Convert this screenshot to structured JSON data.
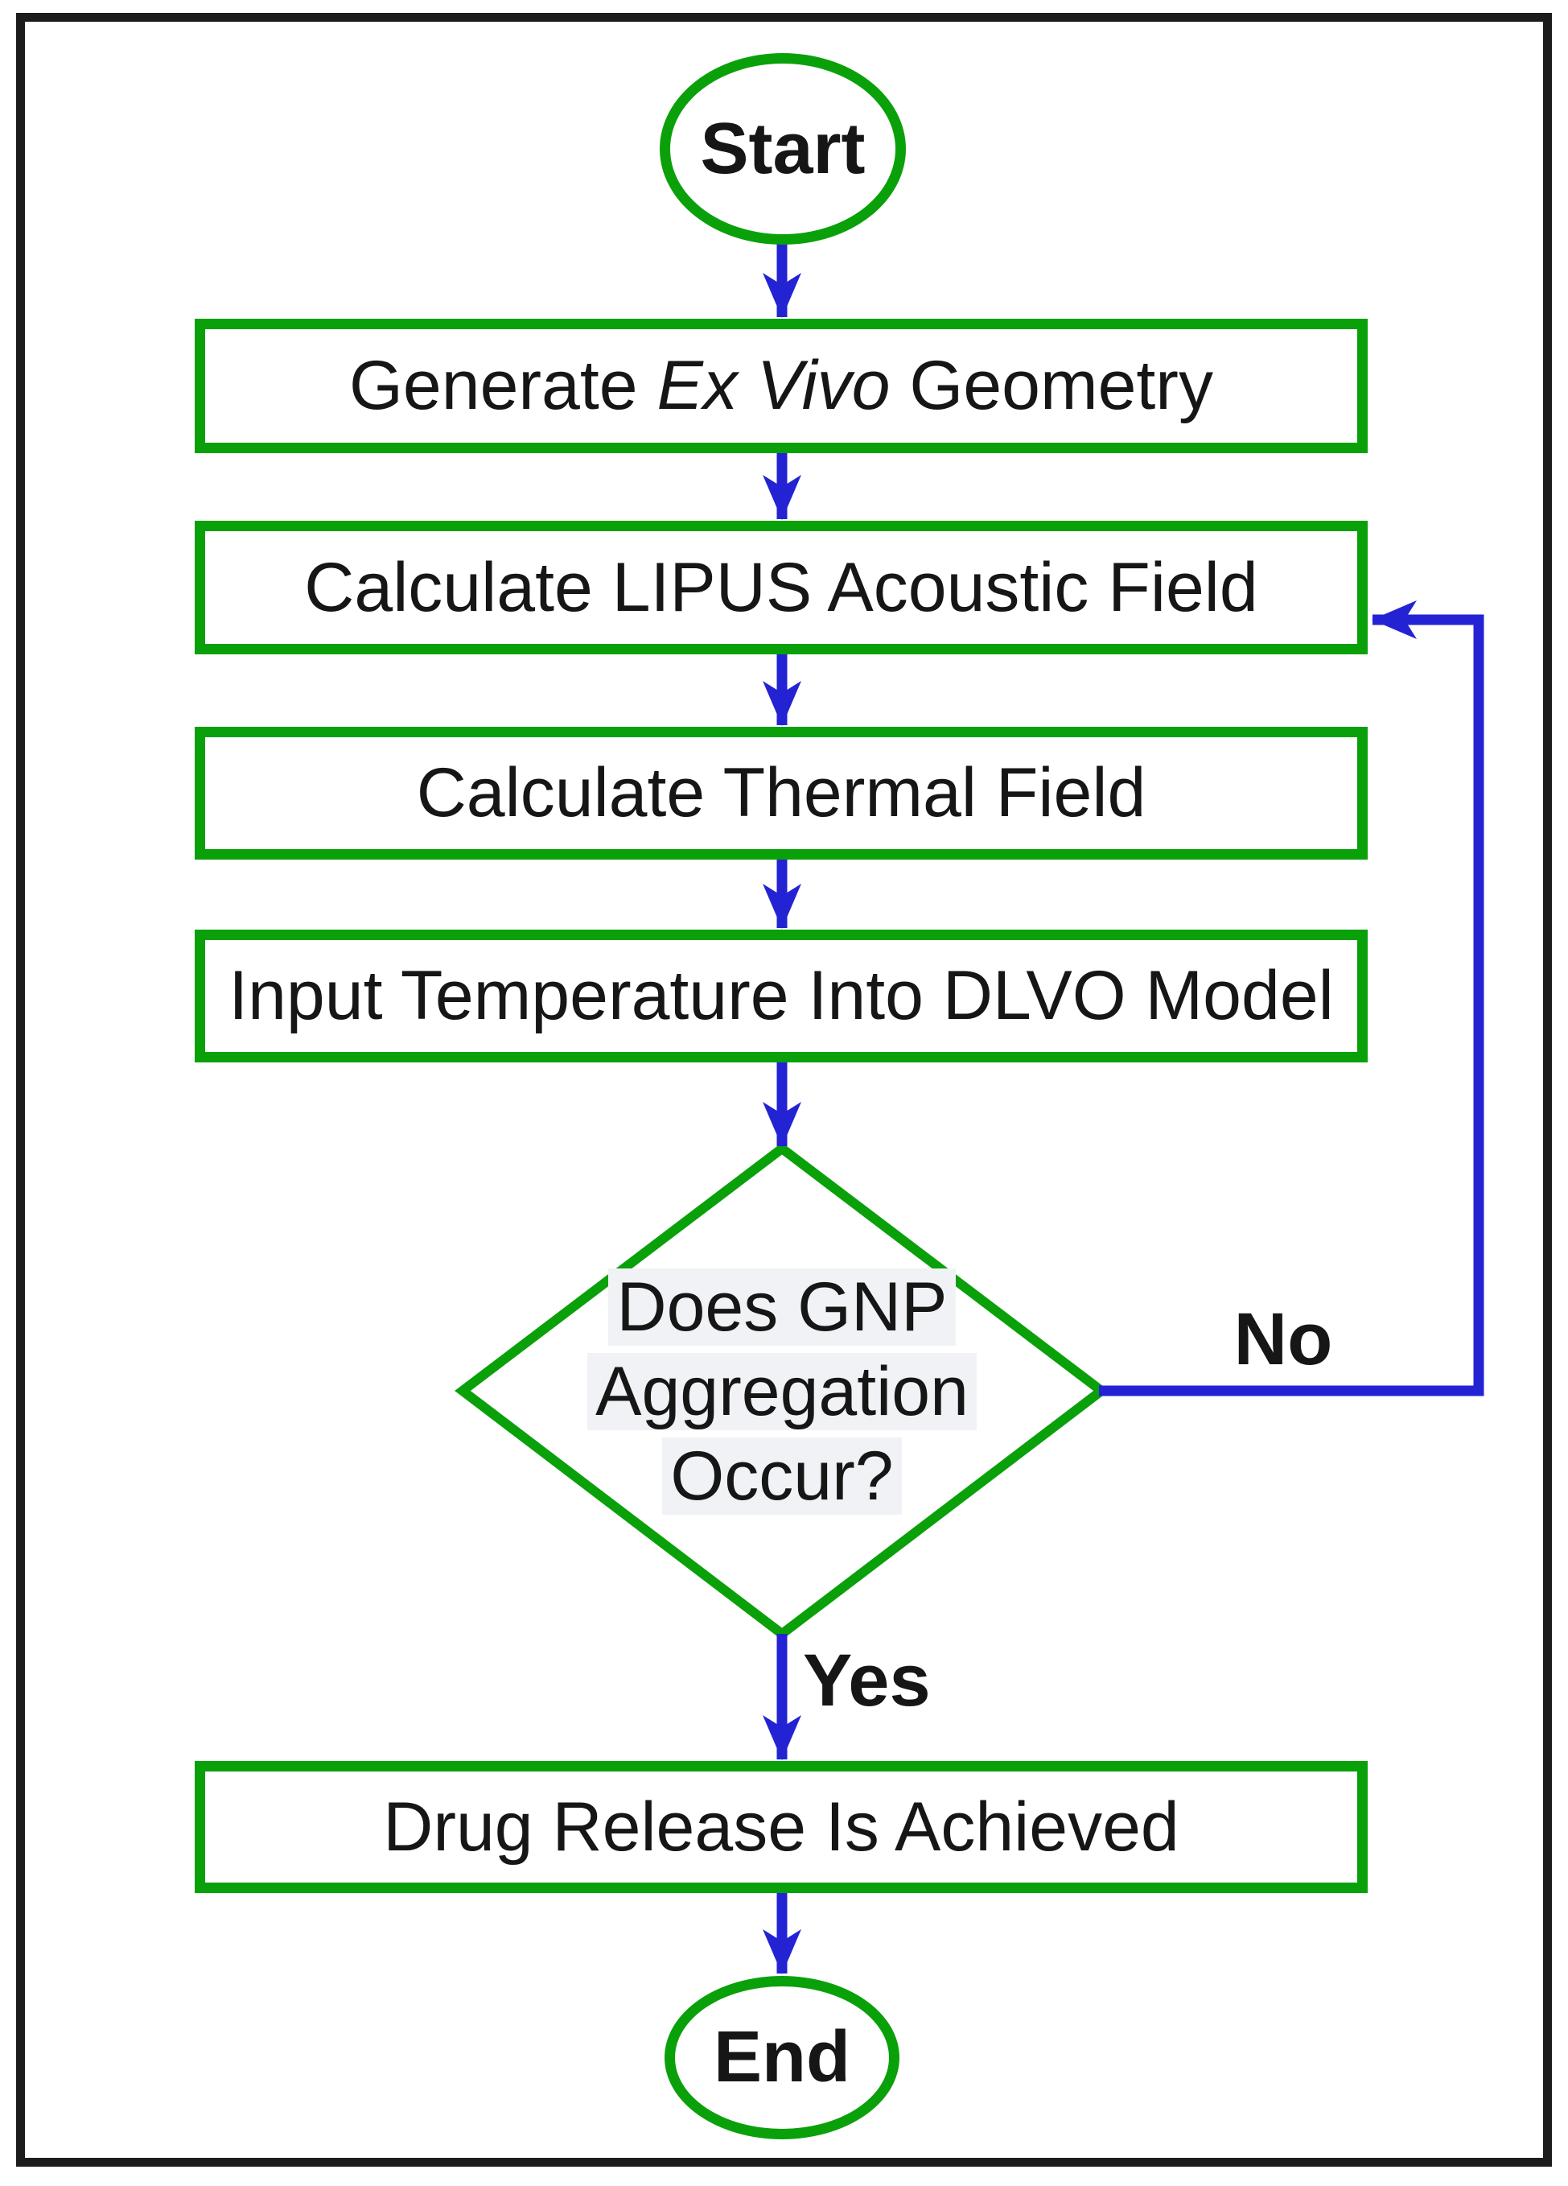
{
  "figure": {
    "type": "flowchart",
    "title": "LIPUS GNP drug-release simulation flowchart"
  },
  "colors": {
    "node_border_green": "#0aa00a",
    "arrow_blue": "#2323d4",
    "frame_black": "#1c1c1c",
    "text_black": "#161616",
    "decision_text_highlight": "#f1f2f6",
    "background": "#ffffff"
  },
  "nodes": {
    "start": {
      "label": "Start",
      "shape": "ellipse"
    },
    "step1": {
      "prefix": "Generate ",
      "italic": "Ex Vivo",
      "suffix": " Geometry",
      "shape": "rect"
    },
    "step2": {
      "label": "Calculate LIPUS Acoustic Field",
      "shape": "rect"
    },
    "step3": {
      "label": "Calculate Thermal Field",
      "shape": "rect"
    },
    "step4": {
      "label": "Input Temperature Into DLVO Model",
      "shape": "rect"
    },
    "decision": {
      "line1": "Does GNP",
      "line2": "Aggregation",
      "line3": "Occur?",
      "shape": "diamond"
    },
    "step5": {
      "label": "Drug Release Is Achieved",
      "shape": "rect"
    },
    "end": {
      "label": "End",
      "shape": "ellipse"
    }
  },
  "edges": {
    "yes_label": "Yes",
    "no_label": "No",
    "no_loop_target": "Calculate LIPUS Acoustic Field"
  }
}
